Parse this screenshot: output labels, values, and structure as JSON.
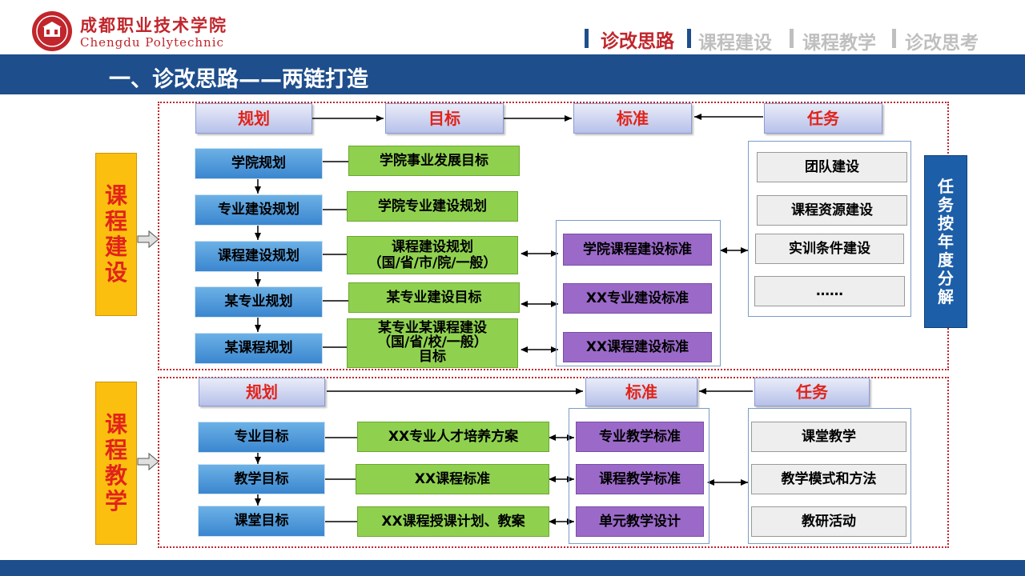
{
  "header": {
    "logo_cn": "成都职业技术学院",
    "logo_en": "Chengdu Polytechnic",
    "nav": [
      "诊改思路",
      "课程建设",
      "课程教学",
      "诊改思考"
    ],
    "nav_active_color": "#c0262c",
    "nav_inactive_color": "#bfbfbf"
  },
  "title": "一、诊改思路——两链打造",
  "section1": {
    "side_label": [
      "课",
      "程",
      "建",
      "设"
    ],
    "headers": [
      "规划",
      "目标",
      "标准",
      "任务"
    ],
    "plans": [
      "学院规划",
      "专业建设规划",
      "课程建设规划",
      "某专业规划",
      "某课程规划"
    ],
    "goals": [
      "学院事业发展目标",
      "学院专业建设规划",
      "课程建设规划",
      "（国/省/市/院/一般）",
      "某专业建设目标",
      "某专业某课程建设",
      "（国/省/校/一般）",
      "目标"
    ],
    "standards": [
      "学院课程建设标准",
      "XX专业建设标准",
      "XX课程建设标准"
    ],
    "tasks": [
      "团队建设",
      "课程资源建设",
      "实训条件建设",
      "……"
    ],
    "annual": [
      "任",
      "务",
      "按",
      "年",
      "度",
      "分",
      "解"
    ]
  },
  "section2": {
    "side_label": [
      "课",
      "程",
      "教",
      "学"
    ],
    "headers": [
      "规划",
      "标准",
      "任务"
    ],
    "plans": [
      "专业目标",
      "教学目标",
      "课堂目标"
    ],
    "docs": [
      "XX专业人才培养方案",
      "XX课程标准",
      "XX课程授课计划、教案"
    ],
    "standards": [
      "专业教学标准",
      "课程教学标准",
      "单元教学设计"
    ],
    "tasks": [
      "课堂教学",
      "教学模式和方法",
      "教研活动"
    ]
  },
  "colors": {
    "banner": "#1e4e8c",
    "accent_red": "#c0262c"
  }
}
